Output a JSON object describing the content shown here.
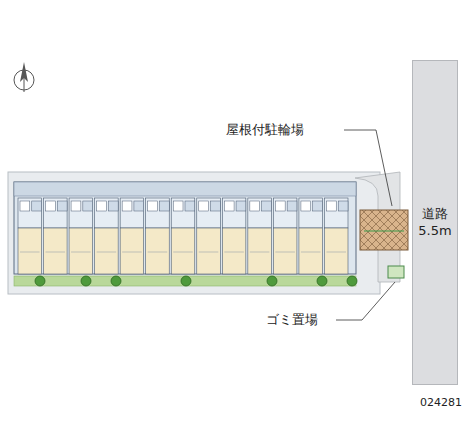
{
  "diagram": {
    "nodes": [
      {
        "text": [
          "道路 5.5m"
        ]
      }
    ],
    "labels": [
      "屋根付駐輪場",
      "ゴミ置場",
      "024281"
    ]
  }
}
